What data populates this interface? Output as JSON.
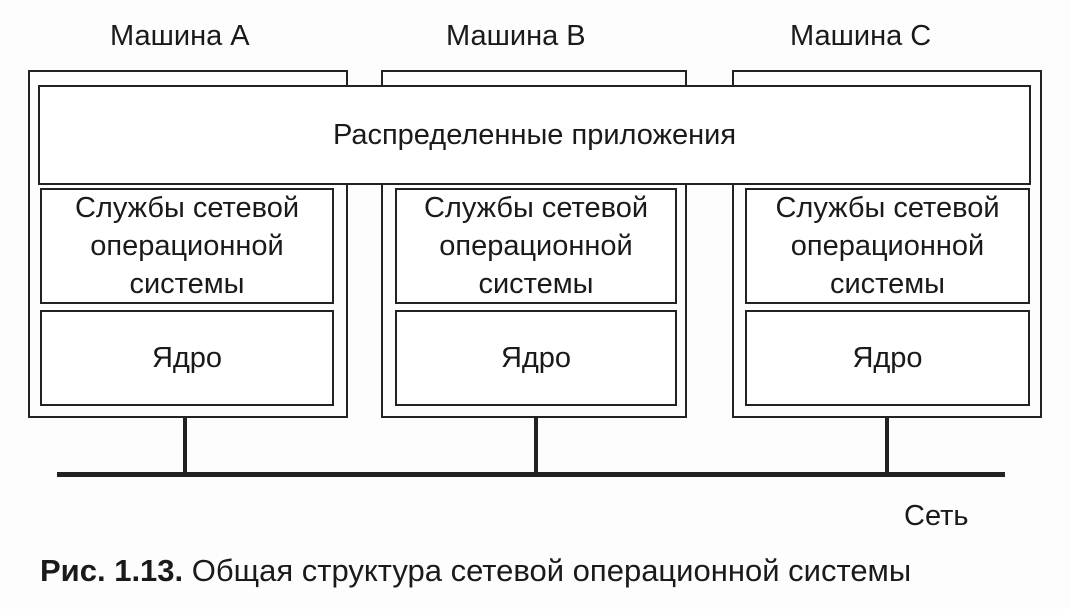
{
  "diagram": {
    "machines": [
      {
        "label": "Машина  А",
        "services": "Службы сетевой\nоперационной\nсистемы",
        "kernel": "Ядро"
      },
      {
        "label": "Машина В",
        "services": "Службы сетевой\nоперационной\nсистемы",
        "kernel": "Ядро"
      },
      {
        "label": "Машина С",
        "services": "Службы сетевой\nоперационной\nсистемы",
        "kernel": "Ядро"
      }
    ],
    "distributed_apps": "Распределенные приложения",
    "network_label": "Сеть"
  },
  "caption": {
    "number": "Рис. 1.13.",
    "text": "Общая структура сетевой операционной системы"
  }
}
